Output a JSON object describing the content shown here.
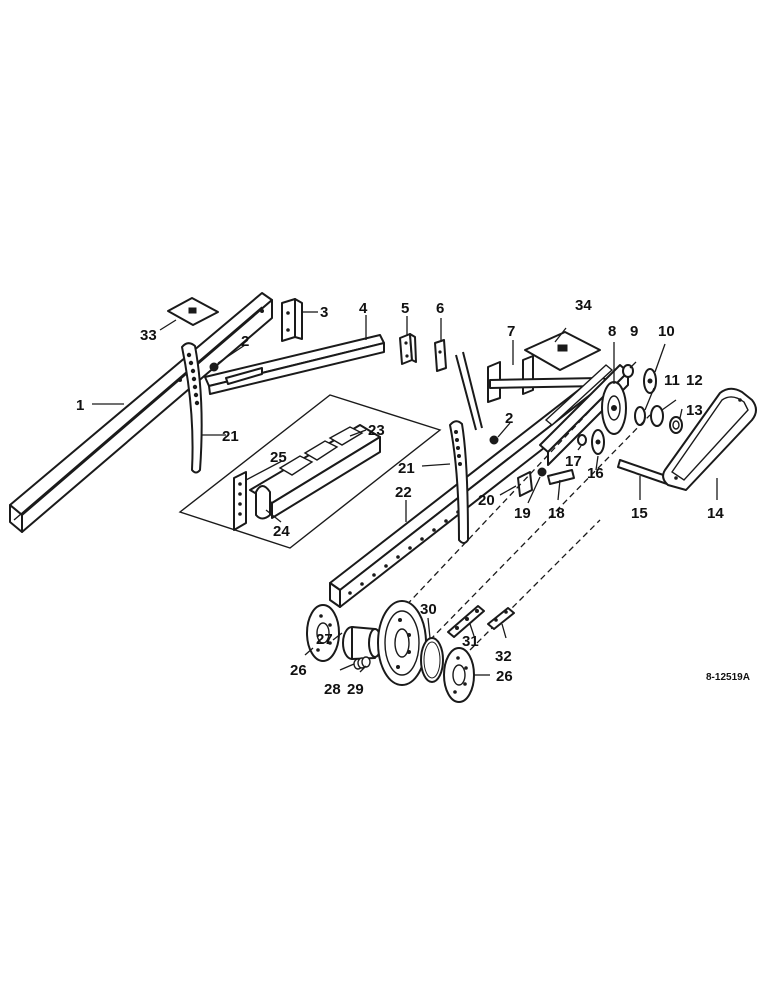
{
  "parts": {
    "p1": "1",
    "p2a": "2",
    "p2b": "2",
    "p3": "3",
    "p4": "4",
    "p5": "5",
    "p6": "6",
    "p7": "7",
    "p8": "8",
    "p9": "9",
    "p10": "10",
    "p11": "11",
    "p12": "12",
    "p13": "13",
    "p14": "14",
    "p15": "15",
    "p16": "16",
    "p17": "17",
    "p18": "18",
    "p19": "19",
    "p20": "20",
    "p21a": "21",
    "p21b": "21",
    "p22": "22",
    "p23": "23",
    "p24": "24",
    "p25": "25",
    "p26a": "26",
    "p26b": "26",
    "p27": "27",
    "p28": "28",
    "p29": "29",
    "p30": "30",
    "p31": "31",
    "p32": "32",
    "p33": "33",
    "p34": "34"
  },
  "drawing_number": "8-12519A"
}
